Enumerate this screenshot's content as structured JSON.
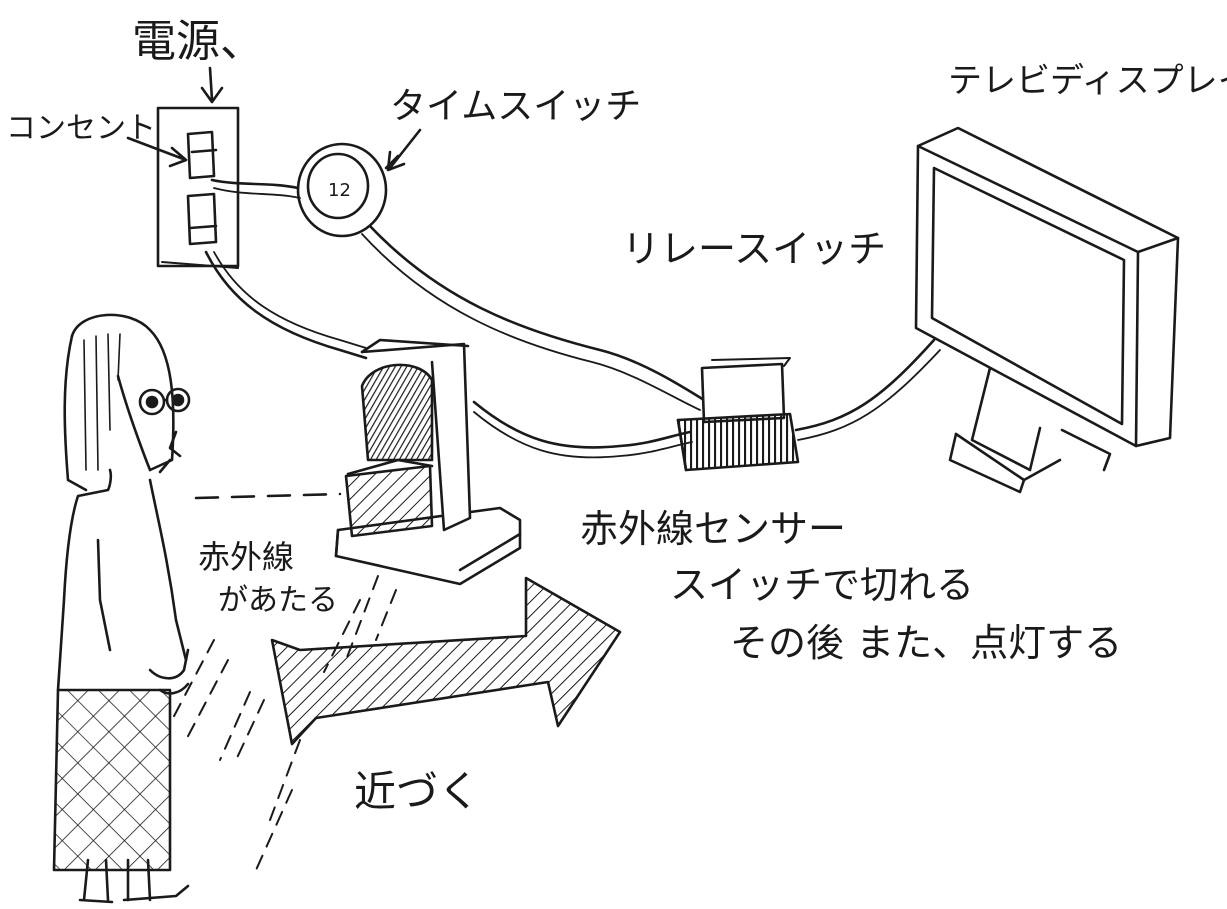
{
  "labels": {
    "power_source": "電源、",
    "outlet": "コンセント",
    "time_switch": "タイムスイッチ",
    "clock_face": "12",
    "tv_display": "テレビディスプレイ",
    "relay_switch": "リレースイッチ",
    "ir_sensor_line1": "赤外線センサー",
    "ir_sensor_line2": "スイッチで切れる",
    "ir_sensor_line3": "その後 また、点灯する",
    "ir_hit_line1": "赤外線",
    "ir_hit_line2": "があたる",
    "approach": "近づく"
  },
  "colors": {
    "ink": "#1a1a1a",
    "paper": "#ffffff"
  }
}
